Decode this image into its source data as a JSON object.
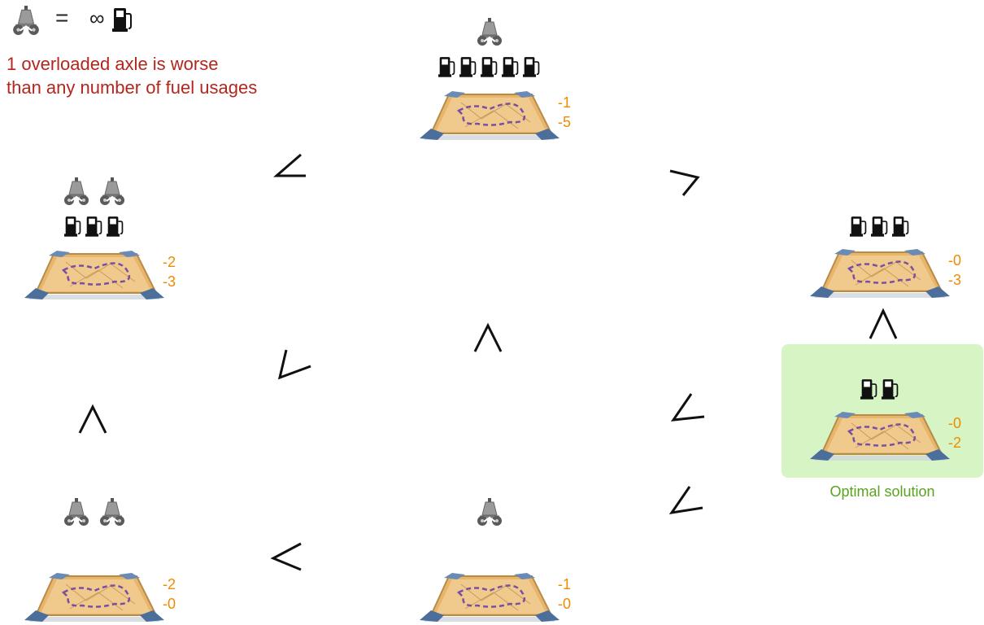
{
  "legend": {
    "equals": "=",
    "infinity": "∞",
    "note_line1": "1 overloaded axle is worse",
    "note_line2": "than any number of fuel usages",
    "note_color": "#b3261e"
  },
  "colors": {
    "score": "#f08a00",
    "optimal_bg": "#d7f5c4",
    "optimal_text": "#5aa31f"
  },
  "icons": {
    "axle": "overloaded-axle-icon",
    "fuel": "fuel-pump-icon",
    "map": "route-map-icon"
  },
  "solutions": [
    {
      "id": "top",
      "axles": 1,
      "fuels": 5,
      "score_hard": "-1",
      "score_soft": "-5"
    },
    {
      "id": "left-upper",
      "axles": 2,
      "fuels": 3,
      "score_hard": "-2",
      "score_soft": "-3"
    },
    {
      "id": "right-upper",
      "axles": 0,
      "fuels": 3,
      "score_hard": "-0",
      "score_soft": "-3"
    },
    {
      "id": "optimal",
      "axles": 0,
      "fuels": 2,
      "score_hard": "-0",
      "score_soft": "-2"
    },
    {
      "id": "left-lower",
      "axles": 2,
      "fuels": 0,
      "score_hard": "-2",
      "score_soft": "-0"
    },
    {
      "id": "center-lower",
      "axles": 1,
      "fuels": 0,
      "score_hard": "-1",
      "score_soft": "-0"
    }
  ],
  "optimal_label": "Optimal solution"
}
